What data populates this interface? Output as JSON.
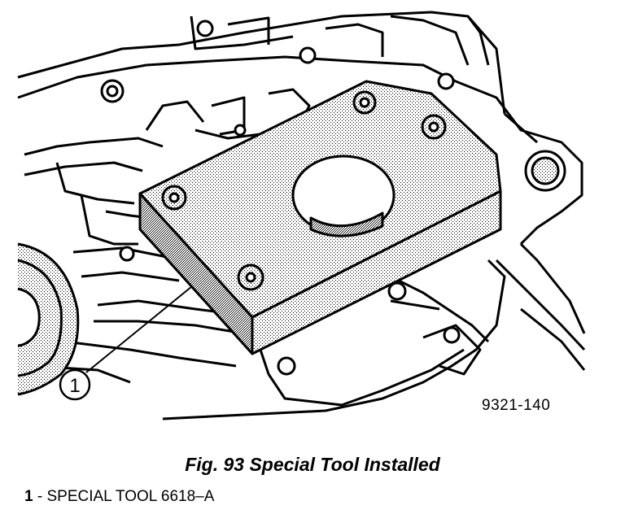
{
  "figure": {
    "callout_number": "1",
    "code": "9321-140",
    "caption": "Fig. 93 Special Tool Installed"
  },
  "legend": {
    "items": [
      {
        "number": "1",
        "separator": " - ",
        "label": "SPECIAL TOOL 6618–A"
      }
    ]
  }
}
